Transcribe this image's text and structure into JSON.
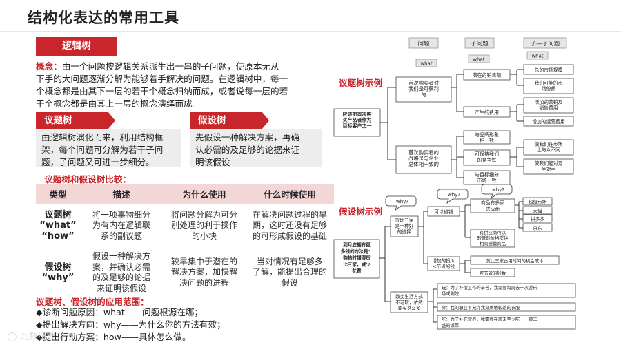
{
  "page_title": "结构化表达的常用工具",
  "main_tab": "逻辑树",
  "concept": {
    "label": "概念：",
    "lines": [
      "由一个问题按逻辑关系派生出一串的子问题，使原本无从",
      "下手的大问题逐渐分解为能够着手解决的问题。在逻辑树中，每一",
      "个概念都是由其下一层的若干个概念归纳而成，或者说每一层的若",
      "干个概念都是由其上一层的概念演绎而成。"
    ]
  },
  "issue_tree": {
    "label": "议题树",
    "desc": [
      "由逻辑树演化而来，利用结构框",
      "架，每个问题可分解为若干子问",
      "题，子问题又可进一步细分。"
    ]
  },
  "hypothesis_tree": {
    "label": "假设树",
    "desc": [
      "先假设一种解决方案，再确",
      "认必需的及足够的论据来证",
      "明该假设"
    ]
  },
  "comparison": {
    "title": "议题树和假设树比较：",
    "headers": [
      "类型",
      "描述",
      "为什么使用",
      "什么时候使用"
    ],
    "rows": [
      {
        "type": [
          "议题树",
          "“what”",
          "“how”"
        ],
        "desc": [
          "将一项事物细分",
          "为有内在逻辑联",
          "系的副议题"
        ],
        "why": [
          "将问题分解为可分",
          "别处理的利于操作",
          "的小块"
        ],
        "when": [
          "在解决问题过程的早",
          "期，这时还没有足够",
          "的可形成假设的基础"
        ]
      },
      {
        "type": [
          "假设树",
          "“why”"
        ],
        "desc": [
          "假设一种解决方",
          "案，并确认必需",
          "的及足够的论据",
          "来证明该假设"
        ],
        "why": [
          "较早集中于潜在的",
          "解决方案，加快解",
          "决问题的进程"
        ],
        "when": [
          "当对情况有足够多",
          "了解，能提出合理的",
          "假设"
        ]
      }
    ]
  },
  "scope": {
    "title": "议题树、假设树的应用范围：",
    "items": [
      "◆诊断问题原因：what——问题根源在哪；",
      "◆提出解决方向：why——为什么你的方法有效；",
      "◆提出行动方案：how——具体怎么做。"
    ]
  },
  "watermark": "九数纪要",
  "issue_example": {
    "label": "议题树示例",
    "col_headers": [
      "问题",
      "子问题",
      "子—子问题"
    ],
    "what_tags": [
      "what",
      "what",
      "what"
    ],
    "root": [
      "应该把首次购",
      "买产品者作为",
      "目标客户之一"
    ],
    "level1": [
      [
        "首次购买者对",
        "我们是可获利",
        "的"
      ],
      [
        "首次购买者的",
        "战略是与企业",
        "总体相一致的"
      ]
    ],
    "level2": [
      [
        "潜在的销售额"
      ],
      [
        "产生的费用"
      ],
      [
        "与品牌形象",
        "相一致"
      ],
      [
        "可保持我们",
        "的竞争性"
      ],
      [
        "与目标细分",
        "市场一致"
      ]
    ],
    "level3": [
      [
        "总的市场规模"
      ],
      [
        "我们可能的市",
        "场份额"
      ],
      [
        "增加的营销及",
        "销售费用"
      ],
      [
        "增加的运营费用"
      ],
      [
        "使我们在市场",
        "上与众不同"
      ],
      [
        "使我们能对竞",
        "争对手"
      ]
    ]
  },
  "hypo_example": {
    "label": "假设树示例",
    "why_tags": [
      "why?",
      "why?",
      "why?"
    ],
    "root": [
      "到月底拥有更",
      "多钱的方法是：",
      "购物时懂得货",
      "比三家，减少",
      "花费"
    ],
    "level1": [
      [
        "货比三家",
        "是一种好",
        "的选择"
      ],
      [
        "改变生活方式",
        "不可取，依然",
        "要买这么多"
      ]
    ],
    "level2": [
      [
        "可以省钱"
      ],
      [
        "增加的投入",
        "<节省的钱"
      ]
    ],
    "level3": [
      [
        "商品有多家",
        "供应商"
      ],
      [
        "有供应商可以",
        "较低的价格提供",
        "相同质量商品"
      ],
      [
        "货比三家占用时间的机会成本"
      ],
      [
        "可节省的钱数"
      ]
    ],
    "level4": [
      "超级市场",
      "天猫",
      "拼多多",
      "京东"
    ],
    "lifestyle": [
      [
        "玩：为了补偿工作的辛苦，我需要每周去一次游乐",
        "场或剧院"
      ],
      [
        "穿：我的职业不允许我穿质地较差的衣服"
      ],
      [
        "吃：为了补充营养，我需要在周末至少吃上一顿丰",
        "盛的饭菜"
      ]
    ]
  }
}
